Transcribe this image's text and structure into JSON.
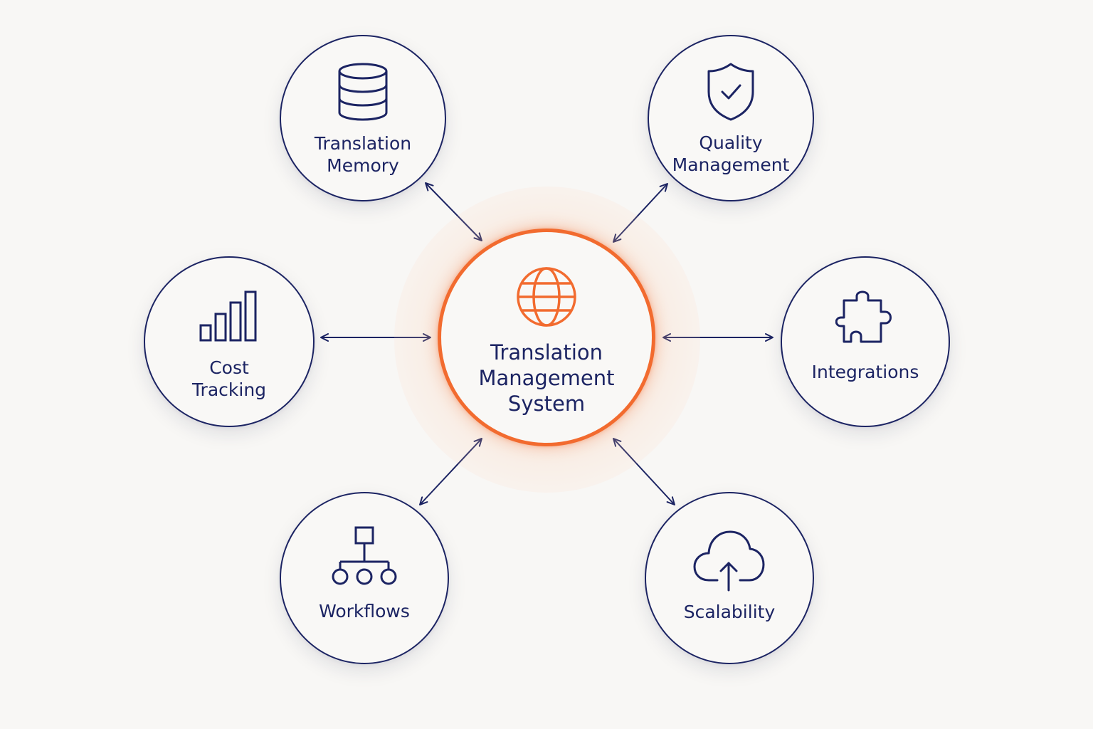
{
  "colors": {
    "background": "#f8f7f5",
    "navy": "#1c2463",
    "accent_orange": "#f26b2f"
  },
  "hub": {
    "label": "Translation\nManagement\nSystem",
    "icon": "globe-icon"
  },
  "nodes": {
    "translation_memory": {
      "label": "Translation\nMemory",
      "icon": "database-icon"
    },
    "quality_management": {
      "label": "Quality\nManagement",
      "icon": "shield-check-icon"
    },
    "cost_tracking": {
      "label": "Cost\nTracking",
      "icon": "bar-chart-icon"
    },
    "integrations": {
      "label": "Integrations",
      "icon": "puzzle-piece-icon"
    },
    "workflows": {
      "label": "Workflows",
      "icon": "hierarchy-icon"
    },
    "scalability": {
      "label": "Scalability",
      "icon": "cloud-upload-icon"
    }
  }
}
